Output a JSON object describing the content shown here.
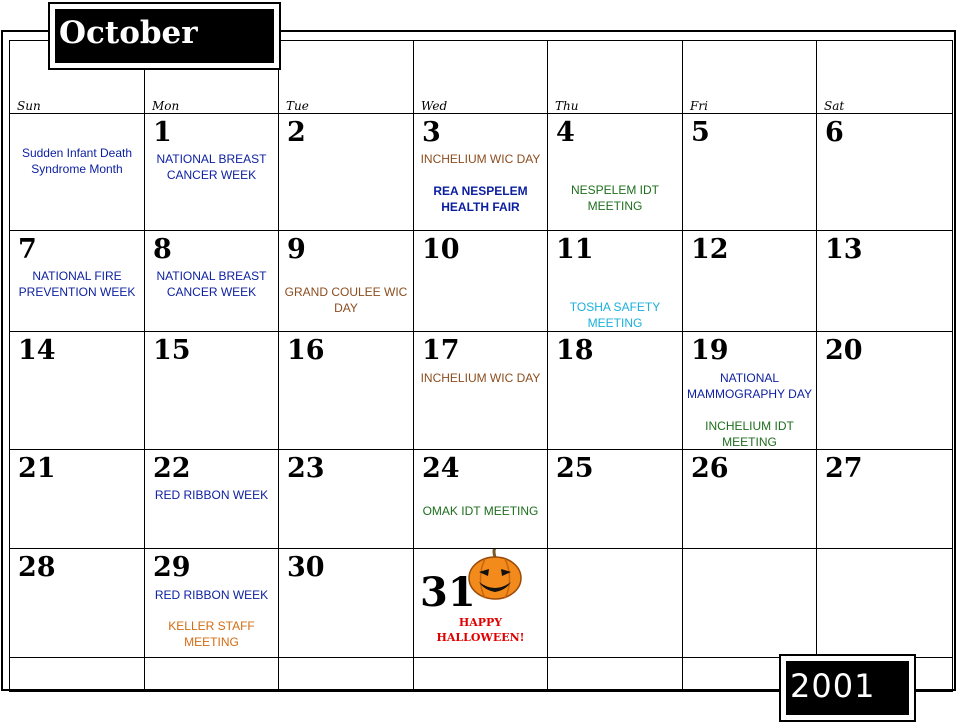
{
  "header": {
    "month": "October",
    "year": "2001"
  },
  "weekdays": [
    "Sun",
    "Mon",
    "Tue",
    "Wed",
    "Thu",
    "Fri",
    "Sat"
  ],
  "days": {
    "d1": "1",
    "d2": "2",
    "d3": "3",
    "d4": "4",
    "d5": "5",
    "d6": "6",
    "d7": "7",
    "d8": "8",
    "d9": "9",
    "d10": "10",
    "d11": "11",
    "d12": "12",
    "d13": "13",
    "d14": "14",
    "d15": "15",
    "d16": "16",
    "d17": "17",
    "d18": "18",
    "d19": "19",
    "d20": "20",
    "d21": "21",
    "d22": "22",
    "d23": "23",
    "d24": "24",
    "d25": "25",
    "d26": "26",
    "d27": "27",
    "d28": "28",
    "d29": "29",
    "d30": "30",
    "d31": "31"
  },
  "events": {
    "sids": "Sudden Infant Death Syndrome Month",
    "oct1_breast": "NATIONAL BREAST CANCER WEEK",
    "oct3_wic": "INCHELIUM WIC DAY",
    "oct3_fair": "REA NESPELEM HEALTH FAIR",
    "oct4_idt": "NESPELEM IDT MEETING",
    "oct7_fire": "NATIONAL FIRE PREVENTION WEEK",
    "oct8_breast": "NATIONAL BREAST CANCER WEEK",
    "oct9_wic": "GRAND COULEE WIC DAY",
    "oct11_tosha": "TOSHA SAFETY MEETING",
    "oct17_wic": "INCHELIUM WIC DAY",
    "oct19_mammo": "NATIONAL MAMMOGRAPHY DAY",
    "oct19_idt": "INCHELIUM IDT MEETING",
    "oct22_ribbon": "RED RIBBON WEEK",
    "oct24_idt": "OMAK IDT MEETING",
    "oct29_ribbon": "RED RIBBON WEEK",
    "oct29_keller": "KELLER STAFF MEETING",
    "oct31_halloween": "HAPPY HALLOWEEN!"
  },
  "colors": {
    "blue": "#0b1ea0",
    "green": "#1e6e1e",
    "brown": "#8c4d1f",
    "cyan": "#1ab0dc",
    "orange": "#d36c12",
    "red": "#e00000",
    "pumpkin": "#f28a1c"
  },
  "icons": {
    "pumpkin": "jack-o-lantern-icon"
  }
}
